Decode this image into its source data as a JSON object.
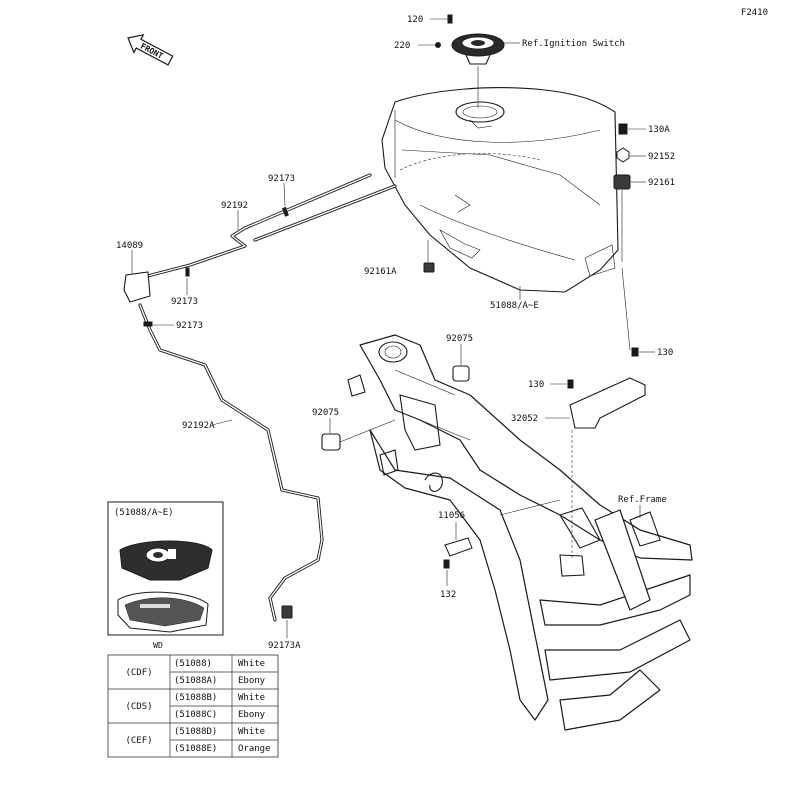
{
  "figure_code": "F2410",
  "front_label": "FRONT",
  "callouts": {
    "p120": "120",
    "p220": "220",
    "ref_ignition": "Ref.Ignition Switch",
    "p130A": "130A",
    "p92152": "92152",
    "p92161": "92161",
    "p92173_top": "92173",
    "p92192": "92192",
    "p14089": "14089",
    "p92173_mid": "92173",
    "p92173_low": "92173",
    "p92161A": "92161A",
    "p51088": "51088/A~E",
    "p92075_right": "92075",
    "p130_right": "130",
    "p130_mid": "130",
    "p32052": "32052",
    "p92075_left": "92075",
    "p92192A": "92192A",
    "ref_frame": "Ref.Frame",
    "p11056": "11056",
    "p132": "132",
    "p92173A": "92173A"
  },
  "inset": {
    "title": "(51088/A~E)",
    "caption": "WD"
  },
  "color_table": {
    "rows": [
      {
        "group": "(CDF)",
        "part": "(51088)",
        "color": "White"
      },
      {
        "group": "",
        "part": "(51088A)",
        "color": "Ebony"
      },
      {
        "group": "(CDS)",
        "part": "(51088B)",
        "color": "White"
      },
      {
        "group": "",
        "part": "(51088C)",
        "color": "Ebony"
      },
      {
        "group": "(CEF)",
        "part": "(51088D)",
        "color": "White"
      },
      {
        "group": "",
        "part": "(51088E)",
        "color": "Orange"
      }
    ]
  }
}
